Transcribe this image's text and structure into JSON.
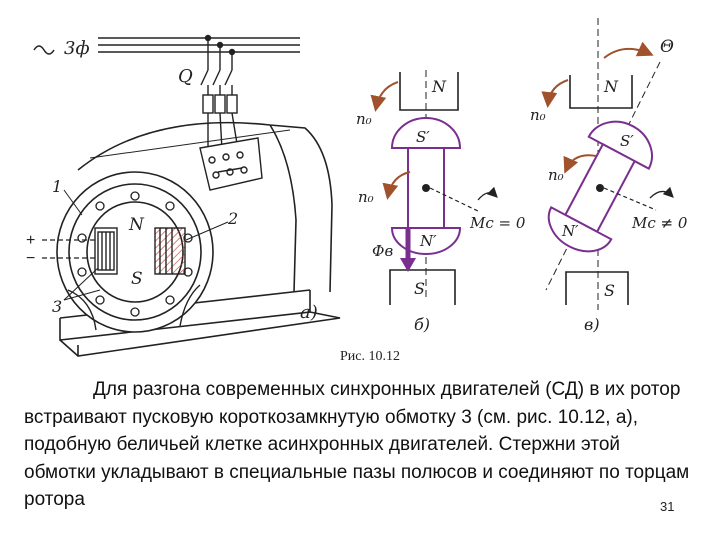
{
  "figure": {
    "caption": "Рис. 10.12",
    "panel_a": {
      "supply_label": "3ф",
      "switch_label": "Q",
      "stator_pole_n": "N",
      "stator_pole_s": "S",
      "callout_1": "1",
      "callout_2": "2",
      "callout_3": "3",
      "plus_sign": "+",
      "minus_sign": "−",
      "panel_label": "а)"
    },
    "panel_b": {
      "stator_n": "N",
      "stator_s": "S",
      "rotor_s": "S′",
      "rotor_n": "N′",
      "speed_top": "n₀",
      "speed_mid": "n₀",
      "torque": "Mc = 0",
      "flux": "Фв",
      "panel_label": "б)"
    },
    "panel_c": {
      "stator_n": "N",
      "stator_s": "S",
      "rotor_s": "S′",
      "rotor_n": "N′",
      "speed_top": "n₀",
      "speed_mid": "n₀",
      "angle": "Θ",
      "torque": "Mc ≠ 0",
      "panel_label": "в)"
    }
  },
  "body_text": "Для разгона современных синхронных двигателей (СД) в их ротор встраивают пусковую короткозамкнутую обмотку 3 (см. рис. 10.12, а), подобную беличьей клетке асинхронных двигателей. Стержни этой обмотки укладывают в специальные пазы полюсов и соединяют по торцам ротора",
  "page_number": "31",
  "colors": {
    "rotor_outline": "#7a2f8f",
    "flux_arrow": "#7a2f8f",
    "winding_hatch": "#c0392b",
    "rotation_arrow": "#a0522d",
    "ink": "#222222"
  }
}
